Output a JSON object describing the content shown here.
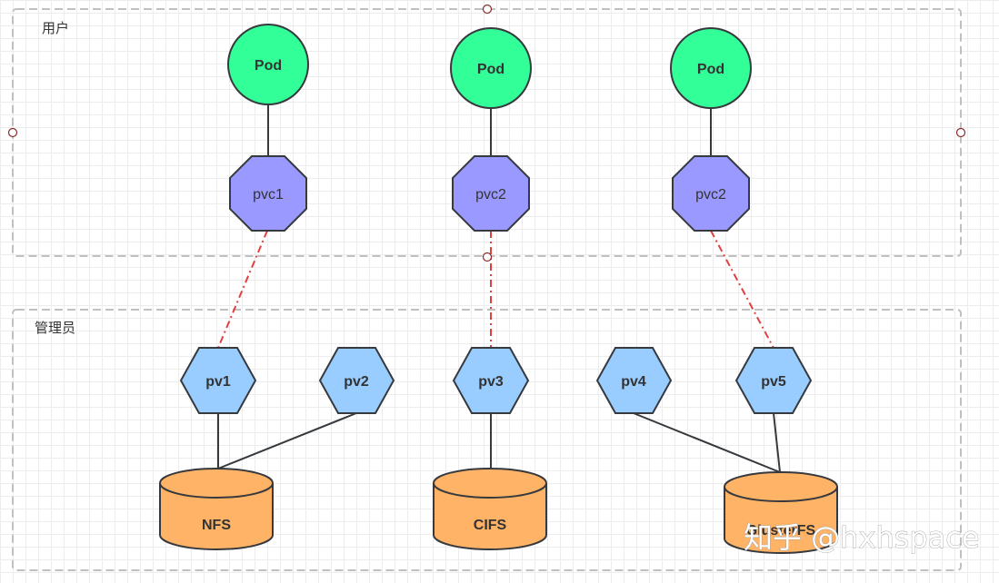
{
  "groups": {
    "user": {
      "label": "用户"
    },
    "admin": {
      "label": "管理员"
    }
  },
  "pods": [
    {
      "label": "Pod"
    },
    {
      "label": "Pod"
    },
    {
      "label": "Pod"
    }
  ],
  "pvcs": [
    {
      "label": "pvc1"
    },
    {
      "label": "pvc2"
    },
    {
      "label": "pvc2"
    }
  ],
  "pvs": [
    {
      "label": "pv1"
    },
    {
      "label": "pv2"
    },
    {
      "label": "pv3"
    },
    {
      "label": "pv4"
    },
    {
      "label": "pv5"
    }
  ],
  "storages": [
    {
      "label": "NFS"
    },
    {
      "label": "CIFS"
    },
    {
      "label": "GlusterFS"
    }
  ],
  "watermark": "知乎 @hxhspace",
  "colors": {
    "pod": "#33ff99",
    "pvc": "#9999ff",
    "pv": "#99ccff",
    "storage": "#ffb366",
    "stroke": "#36393d",
    "binding": "#e04040",
    "group_border": "#c0c0c0"
  }
}
